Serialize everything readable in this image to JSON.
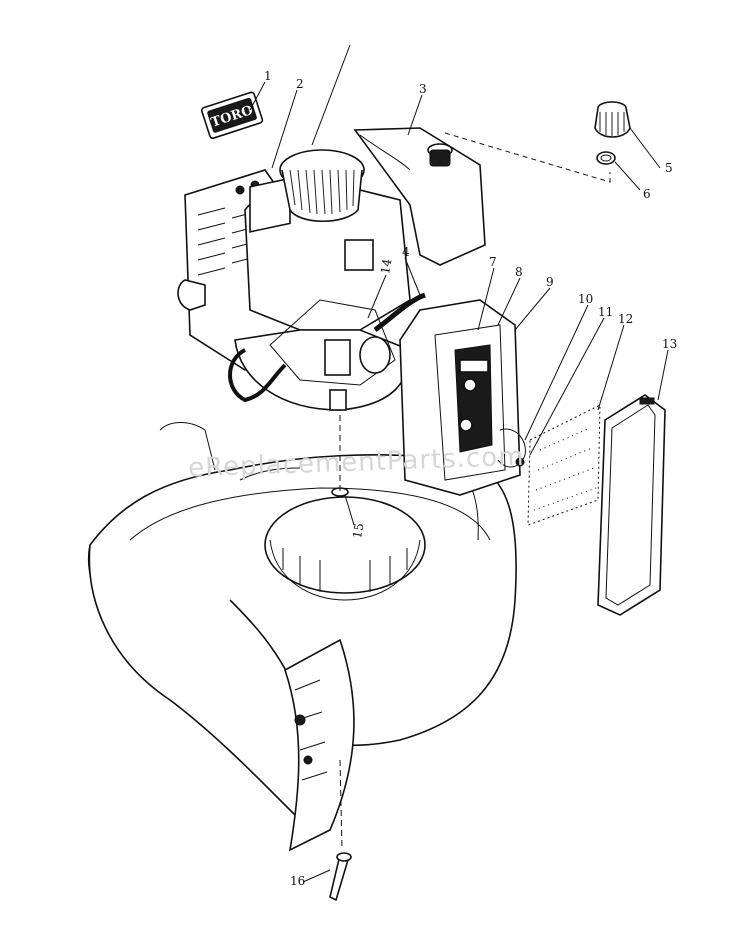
{
  "watermark": "eReplacementParts.com",
  "logo": {
    "text": "TORO"
  },
  "callouts": [
    {
      "id": "1",
      "label": "1"
    },
    {
      "id": "2",
      "label": "2"
    },
    {
      "id": "3",
      "label": "3"
    },
    {
      "id": "4",
      "label": "4"
    },
    {
      "id": "5",
      "label": "5"
    },
    {
      "id": "6",
      "label": "6"
    },
    {
      "id": "7",
      "label": "7"
    },
    {
      "id": "8",
      "label": "8"
    },
    {
      "id": "9",
      "label": "9"
    },
    {
      "id": "10",
      "label": "10"
    },
    {
      "id": "11",
      "label": "11"
    },
    {
      "id": "12",
      "label": "12"
    },
    {
      "id": "13",
      "label": "13"
    },
    {
      "id": "14",
      "label": "14"
    },
    {
      "id": "15",
      "label": "15"
    },
    {
      "id": "16",
      "label": "16"
    }
  ]
}
